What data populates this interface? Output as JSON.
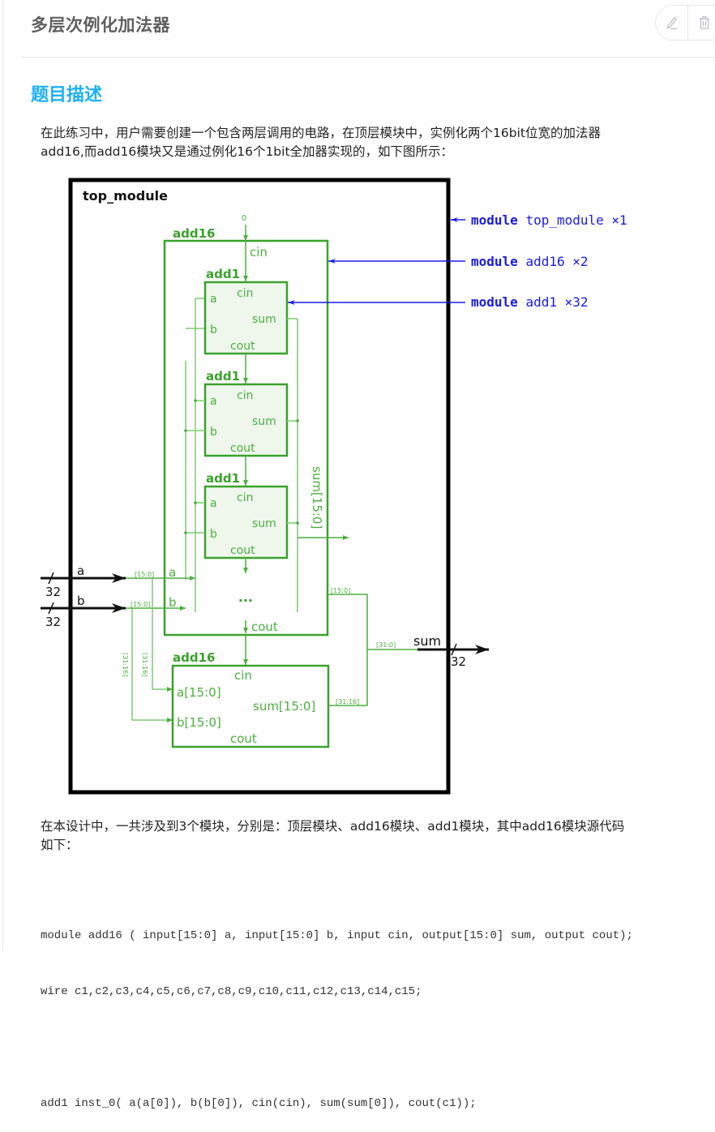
{
  "header": {
    "title": "多层次例化加法器",
    "edit_icon": "pencil-icon",
    "delete_icon": "trash-icon"
  },
  "section": {
    "title": "题目描述"
  },
  "paragraphs": {
    "intro_line1": "在此练习中，用户需要创建一个包含两层调用的电路，在顶层模块中，实例化两个16bit位宽的加法器",
    "intro_line2": "add16,而add16模块又是通过例化16个1bit全加器实现的，如下图所示：",
    "design_line1": "在本设计中，一共涉及到3个模块，分别是：顶层模块、add16模块、add1模块，其中add16模块源代码",
    "design_line2": "如下："
  },
  "diagram": {
    "top_label": "top_module",
    "cin_const": "0",
    "add16_label": "add16",
    "add1_label": "add1",
    "port_cin": "cin",
    "port_a": "a",
    "port_b": "b",
    "port_sum": "sum",
    "port_cout": "cout",
    "ellipsis": "...",
    "sum_bus": "sum[15:0]",
    "input_a": "a",
    "input_b": "b",
    "width_a": "32",
    "width_b": "32",
    "width_sum": "32",
    "output_sum": "sum",
    "slice_a_lo": "[15:0]",
    "slice_b_lo": "[15:0]",
    "slice_a_hi": "[31:16]",
    "slice_b_hi": "[31:16]",
    "slice_sum_lo": "[15:0]",
    "slice_sum_hi": "[31:16]",
    "slice_sum_all": "[31:0]",
    "add16b_a": "a[15:0]",
    "add16b_b": "b[15:0]",
    "add16b_sum": "sum[15:0]",
    "legend": [
      {
        "keyword": "module",
        "name": "top_module",
        "count": "×1"
      },
      {
        "keyword": "module",
        "name": "add16",
        "count": "×2"
      },
      {
        "keyword": "module",
        "name": "add1",
        "count": "×32"
      }
    ],
    "colors": {
      "module_green": "#3aa22c",
      "wire_green": "#66c05a",
      "annotation_blue": "#1a1ae6",
      "frame_black": "#000000"
    }
  },
  "code": {
    "line1": "module add16 ( input[15:0] a, input[15:0] b, input cin, output[15:0] sum, output cout);",
    "line2": "wire c1,c2,c3,c4,c5,c6,c7,c8,c9,c10,c11,c12,c13,c14,c15;",
    "line3": "add1 inst_0( a(a[0]), b(b[0]), cin(cin), sum(sum[0]), cout(c1));"
  },
  "theme": {
    "title_color": "#5f5f5f",
    "section_color": "#1cb0f6"
  }
}
